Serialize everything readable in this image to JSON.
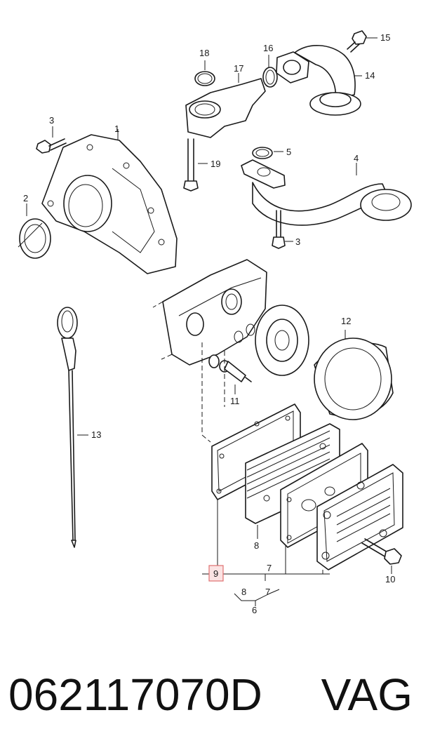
{
  "callouts": {
    "c1": "1",
    "c2": "2",
    "c3a": "3",
    "c3b": "3",
    "c4": "4",
    "c5": "5",
    "c6": "6",
    "c7a": "7",
    "c7b": "7",
    "c8a": "8",
    "c8b": "8",
    "c9": "9",
    "c10": "10",
    "c11": "11",
    "c12": "12",
    "c13": "13",
    "c14": "14",
    "c15": "15",
    "c16": "16",
    "c17": "17",
    "c18": "18",
    "c19": "19"
  },
  "highlight": {
    "callout": "9",
    "color": "#e07070"
  },
  "footer": {
    "part_number": "062117070D",
    "brand": "VAG"
  }
}
